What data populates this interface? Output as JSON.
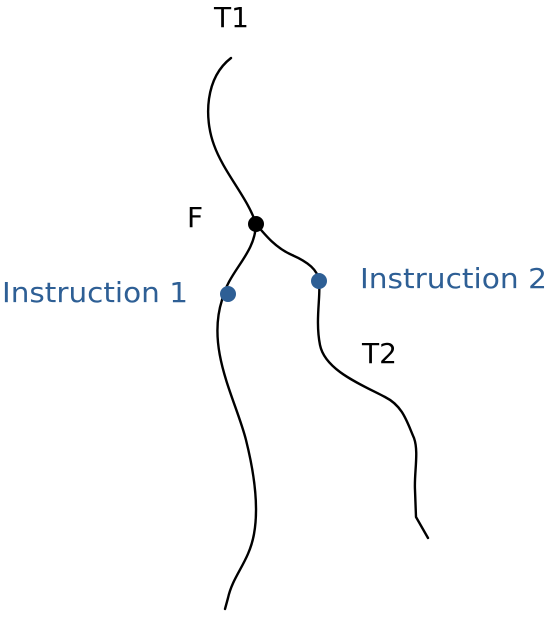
{
  "labels": {
    "thread1": "T1",
    "thread2": "T2",
    "fork": "F",
    "instruction1": "Instruction 1",
    "instruction2": "Instruction 2"
  },
  "colors": {
    "thread_line": "#000000",
    "fork_point": "#000000",
    "instruction_point": "#2e5f95",
    "instruction_text": "#2e5f95",
    "thread_text": "#000000",
    "background": "#ffffff"
  }
}
